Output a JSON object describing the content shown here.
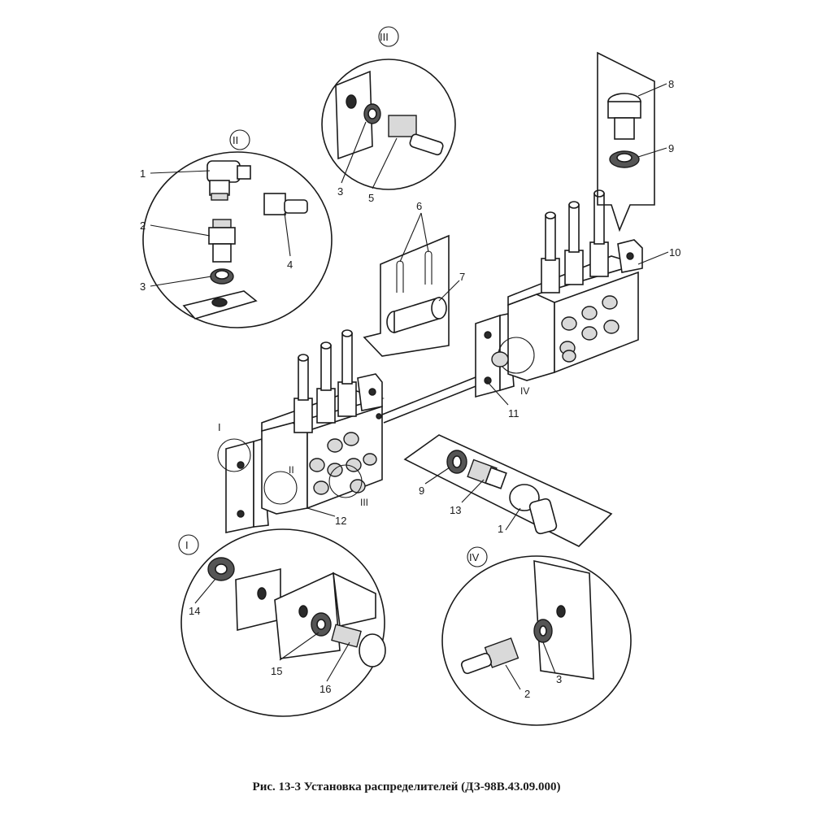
{
  "figure": {
    "caption": "Рис. 13-3 Установка распределителей (ДЗ-98В.43.09.000)"
  },
  "views": {
    "I": "I",
    "II": "II",
    "III": "III",
    "IV": "IV"
  },
  "part_labels": {
    "n1": "1",
    "n2": "2",
    "n3": "3",
    "n4": "4",
    "n5": "5",
    "n6": "6",
    "n7": "7",
    "n8": "8",
    "n9": "9",
    "n10": "10",
    "n11": "11",
    "n12": "12",
    "n13": "13",
    "n14": "14",
    "n15": "15",
    "n16": "16"
  }
}
